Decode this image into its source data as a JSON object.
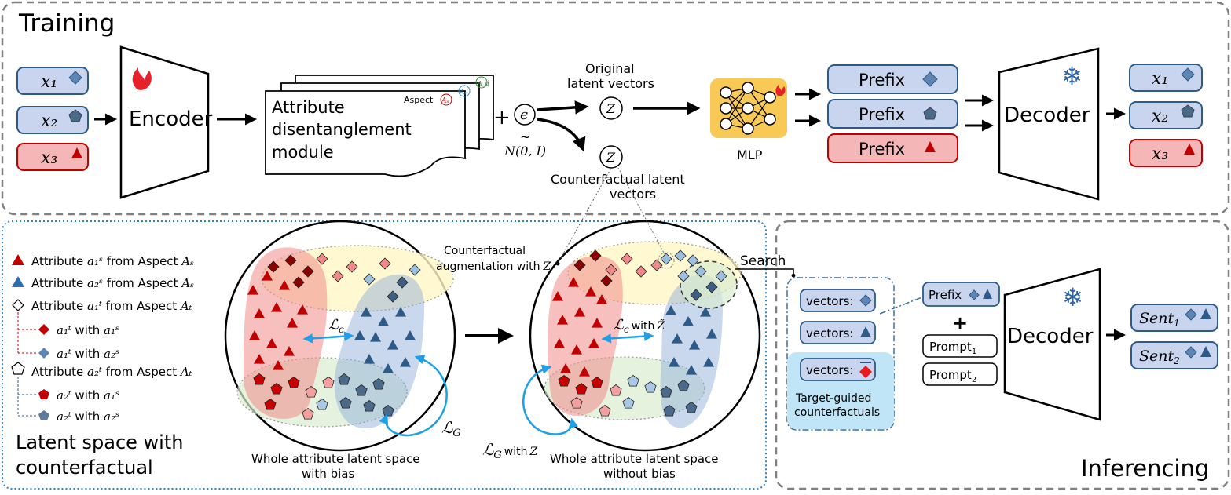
{
  "training": {
    "title": "Training",
    "inputs": [
      "x₁",
      "x₂",
      "x₃"
    ],
    "encoder": "Encoder",
    "module": [
      "Attribute",
      "disentanglement",
      "module"
    ],
    "aspects": [
      "Aspect",
      "Aₛ",
      "Aₜ",
      "A_d"
    ],
    "epsilon": "ϵ",
    "tilde": "~",
    "noise": "N(0, I)",
    "plus": "+",
    "z": "Z",
    "z_tilde": "Z̃",
    "original_label": [
      "Original",
      "latent vectors"
    ],
    "counterfactual_label": [
      "Counterfactual latent",
      "vectors"
    ],
    "mlp": "MLP",
    "prefixes": [
      "Prefix",
      "Prefix",
      "Prefix"
    ],
    "decoder": "Decoder",
    "outputs": [
      "x₁",
      "x₂",
      "x₃"
    ]
  },
  "legend": {
    "items": [
      {
        "pre": "Attribute ",
        "var": "a₁ˢ",
        "post": " from Aspect ",
        "asp": "Aₛ"
      },
      {
        "pre": "Attribute ",
        "var": "a₂ˢ",
        "post": " from Aspect ",
        "asp": "Aₛ"
      },
      {
        "pre": "Attribute ",
        "var": "a₁ᵗ",
        "post": " from Aspect ",
        "asp": "Aₜ"
      },
      {
        "pre": "",
        "var": "a₁ᵗ",
        "post": " with ",
        "asp": "a₁ˢ"
      },
      {
        "pre": "",
        "var": "a₁ᵗ",
        "post": " with ",
        "asp": "a₂ˢ"
      },
      {
        "pre": "Attribute ",
        "var": "a₂ᵗ",
        "post": " from Aspect ",
        "asp": "Aₜ"
      },
      {
        "pre": "",
        "var": "a₂ᵗ",
        "post": " with ",
        "asp": "a₁ˢ"
      },
      {
        "pre": "",
        "var": "a₂ᵗ",
        "post": " with ",
        "asp": "a₂ˢ"
      }
    ],
    "caption": [
      "Latent space with",
      "counterfactual"
    ]
  },
  "latent": {
    "lc": "ℒ",
    "lc_sub": "c",
    "lg": "ℒ",
    "lg_sub": "G",
    "lc_with": "with",
    "lg_with": "with",
    "cf_aug": [
      "Counterfactual",
      "augmentation with"
    ],
    "left_caption": [
      "Whole attribute latent space",
      "with bias"
    ],
    "right_caption": [
      "Whole attribute latent space",
      "without bias"
    ],
    "search": "Search"
  },
  "inference": {
    "vectors": [
      "vectors:",
      "vectors:",
      "vectors:"
    ],
    "target": [
      "Target-guided",
      "counterfactuals"
    ],
    "prefix": "Prefix",
    "prompts": [
      "Prompt",
      "Prompt"
    ],
    "prompt_subs": [
      "1",
      "2"
    ],
    "decoder": "Decoder",
    "sents": [
      "Sent",
      "Sent"
    ],
    "sent_subs": [
      "1",
      "2"
    ],
    "title": "Inferencing"
  },
  "colors": {
    "red": "#c00000",
    "blue": "#2e5a88",
    "box_blue": "#c9d5ef",
    "box_red": "#f4b6b6",
    "mlp": "#f8ca55",
    "arrow_blue": "#1fa0e6",
    "target_bg": "#bfe5f7"
  }
}
